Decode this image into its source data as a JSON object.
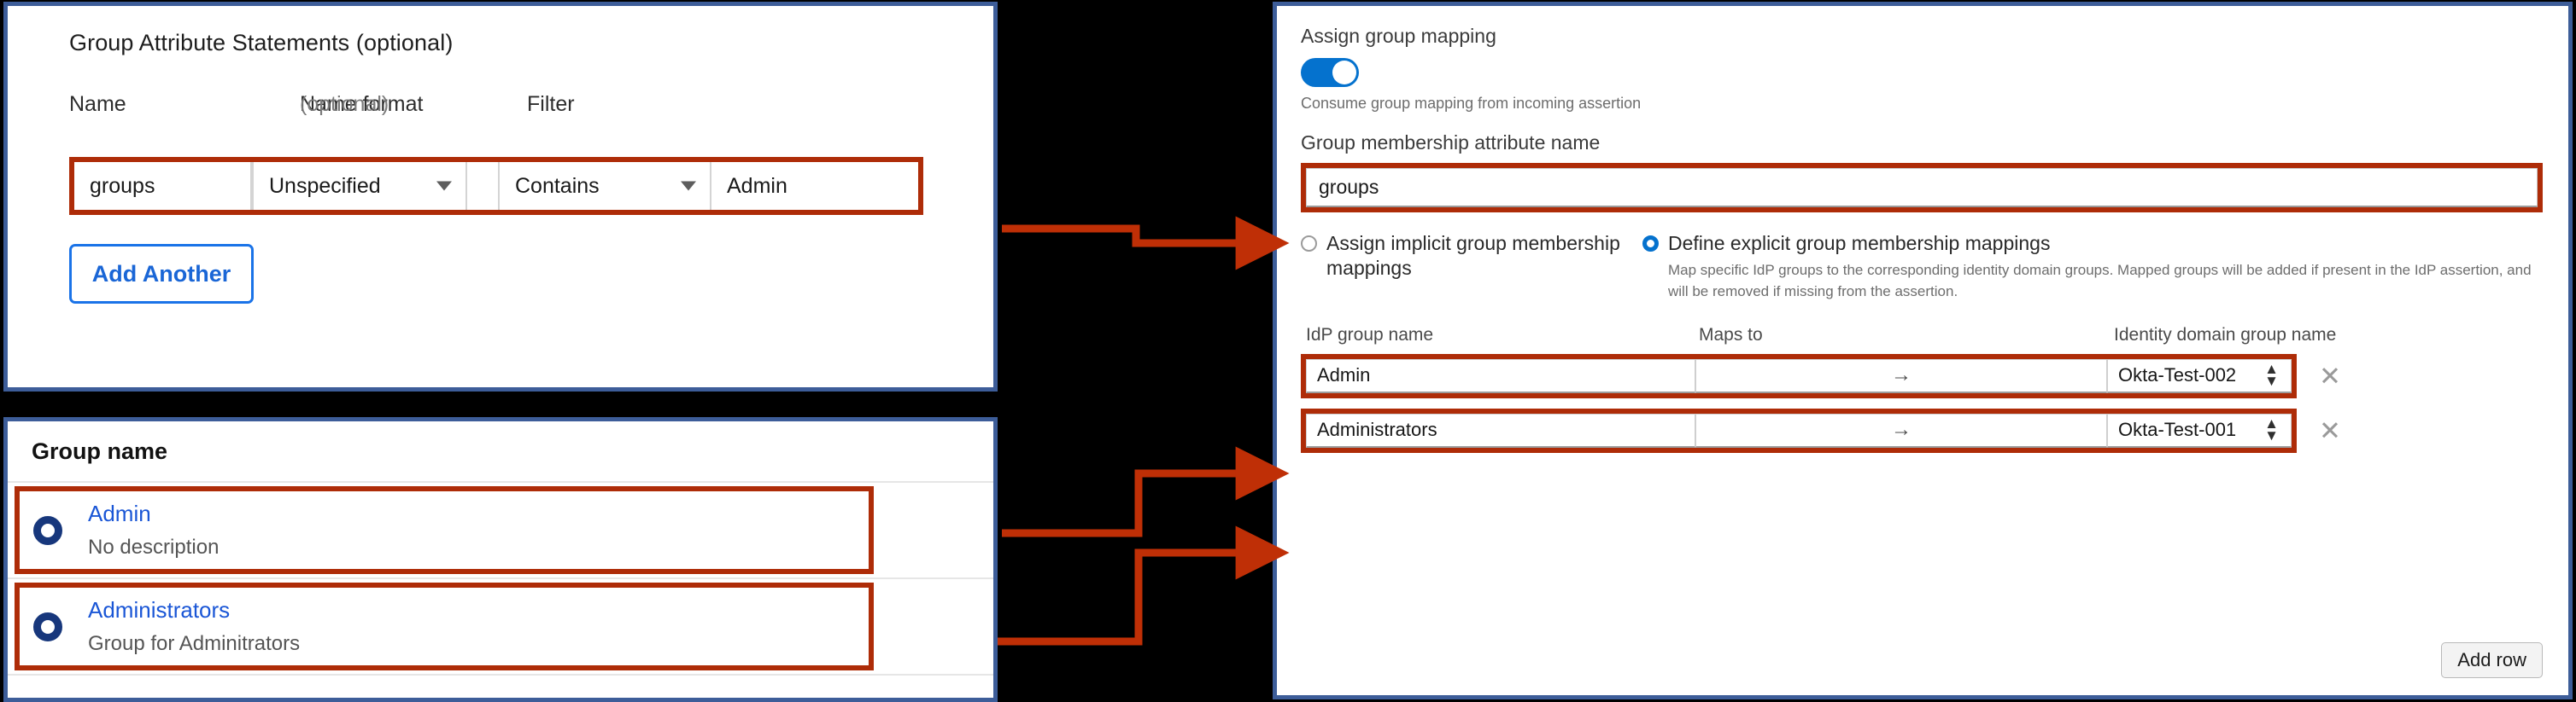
{
  "attribute_panel": {
    "title": "Group Attribute Statements (optional)",
    "columns": {
      "name": "Name",
      "name_format": "Name format",
      "name_format_optional": "(optional)",
      "filter": "Filter"
    },
    "row": {
      "name_value": "groups",
      "name_format_value": "Unspecified",
      "filter_value": "Contains",
      "filter_text": "Admin"
    },
    "add_another_label": "Add Another"
  },
  "groups_panel": {
    "header": "Group name",
    "rows": [
      {
        "name": "Admin",
        "description": "No description"
      },
      {
        "name": "Administrators",
        "description": "Group for Adminitrators"
      }
    ]
  },
  "idp_panel": {
    "assign_group_mapping_label": "Assign group mapping",
    "toggle_state": "on",
    "toggle_hint": "Consume group mapping from incoming assertion",
    "attribute_name_label": "Group membership attribute name",
    "attribute_name_value": "groups",
    "options": [
      {
        "title": "Assign implicit group membership mappings",
        "selected": false,
        "description": ""
      },
      {
        "title": "Define explicit group membership mappings",
        "selected": true,
        "description": "Map specific IdP groups to the corresponding identity domain groups. Mapped groups will be added if present in the IdP assertion, and will be removed if missing from the assertion."
      }
    ],
    "table": {
      "headers": {
        "idp_group_name": "IdP group name",
        "maps_to": "Maps to",
        "identity_domain_group_name": "Identity domain group name"
      },
      "arrow_glyph": "→",
      "remove_glyph": "✕",
      "rows": [
        {
          "idp_group": "Admin",
          "identity_group": "Okta-Test-002"
        },
        {
          "idp_group": "Administrators",
          "identity_group": "Okta-Test-001"
        }
      ]
    },
    "add_row_label": "Add row"
  },
  "colors": {
    "panel_border": "#3d5d99",
    "highlight": "#ae2c08",
    "accent_blue": "#0572ce",
    "link_blue": "#1a56d6",
    "background": "#000000"
  }
}
